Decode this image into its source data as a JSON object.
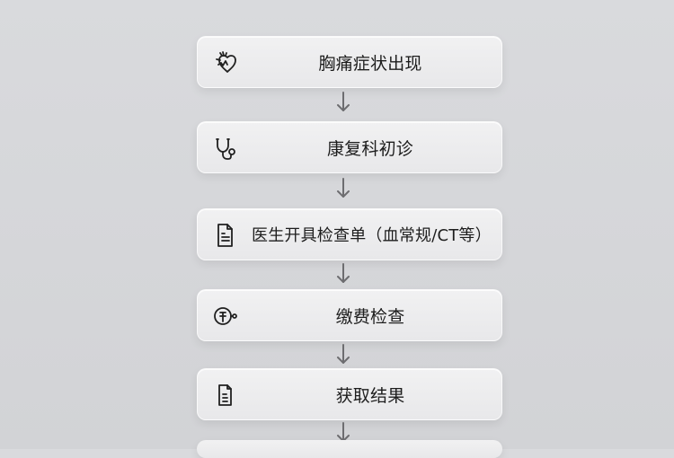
{
  "flow": {
    "steps": [
      {
        "label": "胸痛症状出现",
        "icon": "heart-icon"
      },
      {
        "label": "康复科初诊",
        "icon": "stethoscope-icon"
      },
      {
        "label": "医生开具检查单（血常规/CT等）",
        "icon": "document-icon"
      },
      {
        "label": "缴费检查",
        "icon": "payment-icon"
      },
      {
        "label": "获取结果",
        "icon": "result-document-icon"
      }
    ]
  },
  "theme": {
    "background": "#d7d8db",
    "card": "#efeff0",
    "arrow": "#6d6d70"
  }
}
